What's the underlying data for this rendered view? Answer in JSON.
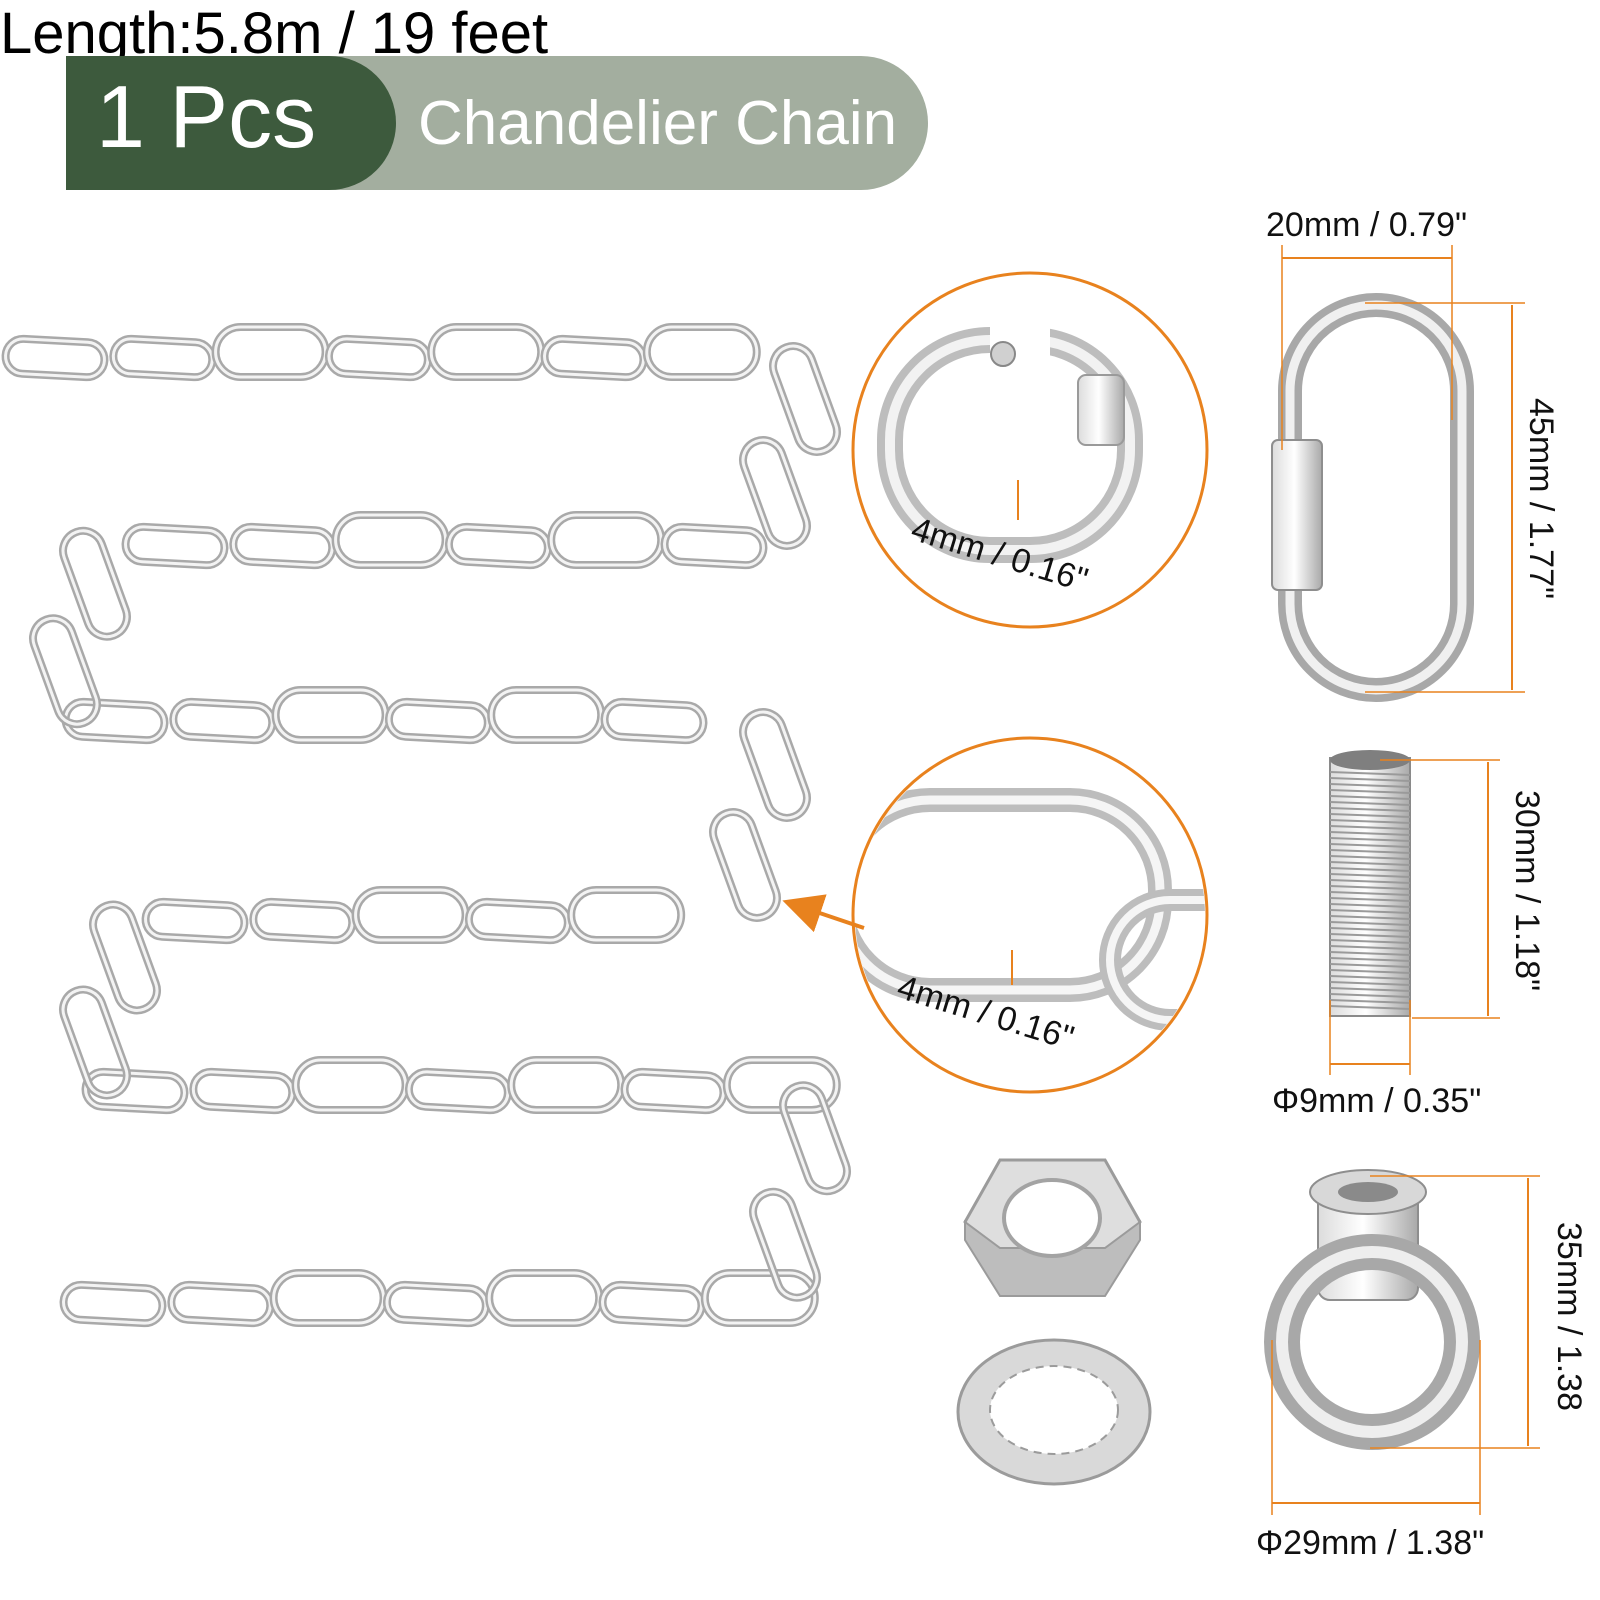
{
  "banner": {
    "quantity": "1 Pcs",
    "title": "Chandelier Chain",
    "colors": {
      "dark": "#3d5a3d",
      "light": "#a3ae9f"
    }
  },
  "length_label": "Length:5.8m / 19 feet",
  "accent_color": "#e8821e",
  "dimensions": {
    "quick_link_width": "20mm / 0.79\"",
    "quick_link_height": "45mm / 1.77\"",
    "quick_link_wire": "4mm / 0.16\"",
    "chain_wire": "4mm / 0.16\"",
    "nipple_length": "30mm / 1.18\"",
    "nipple_diameter": "Φ9mm / 0.35\"",
    "ring_height": "35mm / 1.38",
    "ring_diameter": "Φ29mm / 1.38\""
  },
  "icons": [
    "chain-icon",
    "quick-link-icon",
    "threaded-nipple-icon",
    "hex-nut-icon",
    "lock-washer-icon",
    "lifting-ring-icon"
  ]
}
